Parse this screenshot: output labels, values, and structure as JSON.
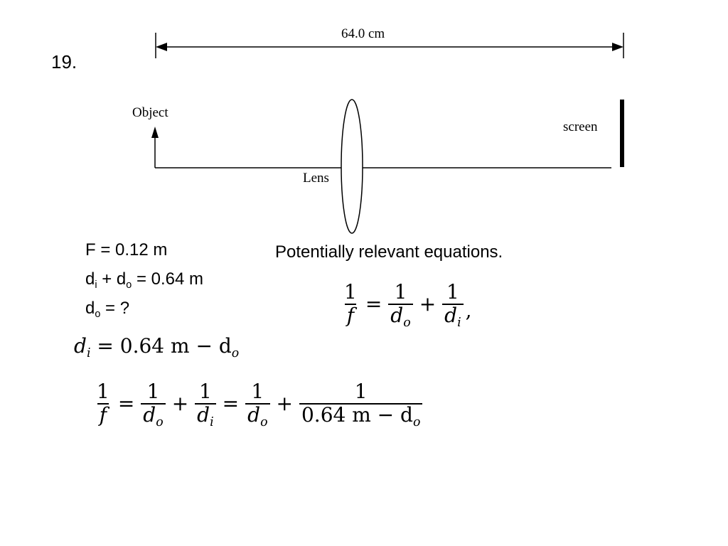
{
  "problem_number": "19.",
  "diagram": {
    "distance_label": "64.0 cm",
    "object_label": "Object",
    "lens_label": "Lens",
    "screen_label": "screen"
  },
  "given": {
    "focal": "F = 0.12 m",
    "sum_di": "d",
    "sum_di_sub": "i",
    "sum_plus": " + d",
    "sum_do_sub": "o",
    "sum_rest": " = 0.64 m",
    "unknown_d": "d",
    "unknown_sub": "o",
    "unknown_rest": " = ?"
  },
  "derived": {
    "lhs_d": "d",
    "lhs_sub": "i",
    "rhs_text": " = 0.64 m − d",
    "rhs_sub": "o"
  },
  "equations_heading": "Potentially relevant equations.",
  "lens_equation": {
    "one": "1",
    "f": "f",
    "eq": "=",
    "plus": "+",
    "d": "d",
    "sub_o": "o",
    "sub_i": "i",
    "comma": ","
  },
  "combined_equation": {
    "one": "1",
    "f": "f",
    "eq": "=",
    "plus": "+",
    "d": "d",
    "sub_o": "o",
    "sub_i": "i",
    "denominator_const": "0.64 m − d"
  }
}
